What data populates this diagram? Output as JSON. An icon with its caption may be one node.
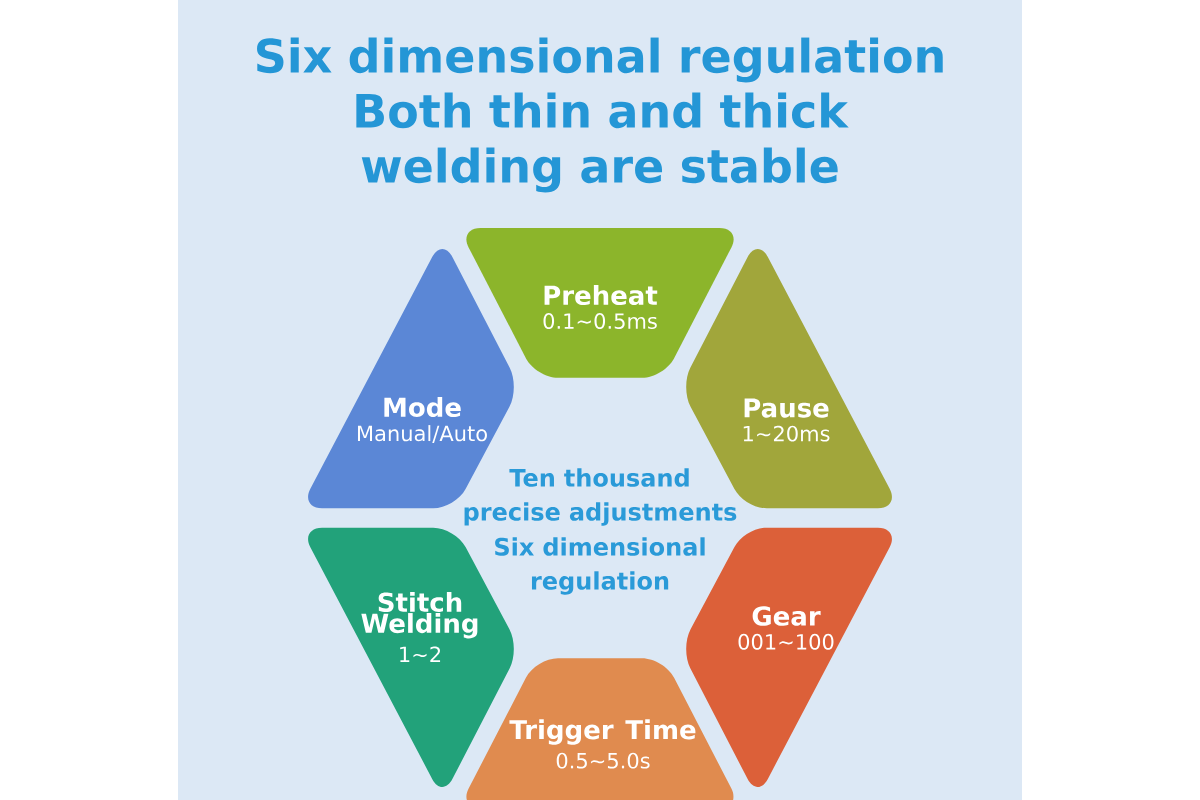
{
  "diagram": {
    "title": "Six dimensional regulation Both thin and thick welding are stable",
    "nodes": [
      {
        "text": [
          "Preheat",
          "0.1~0.5ms"
        ]
      },
      {
        "text": [
          "Mode",
          "Manual/Auto"
        ]
      },
      {
        "text": [
          "Pause",
          "1~20ms"
        ]
      },
      {
        "text": [
          "Stitch Welding",
          "1~2"
        ]
      },
      {
        "text": [
          "Gear",
          "001~100"
        ]
      },
      {
        "text": [
          "Trigger Time",
          "0.5~5.0s"
        ]
      }
    ],
    "labels": [
      "Ten thousand precise adjustments",
      "Six dimensional regulation"
    ]
  }
}
